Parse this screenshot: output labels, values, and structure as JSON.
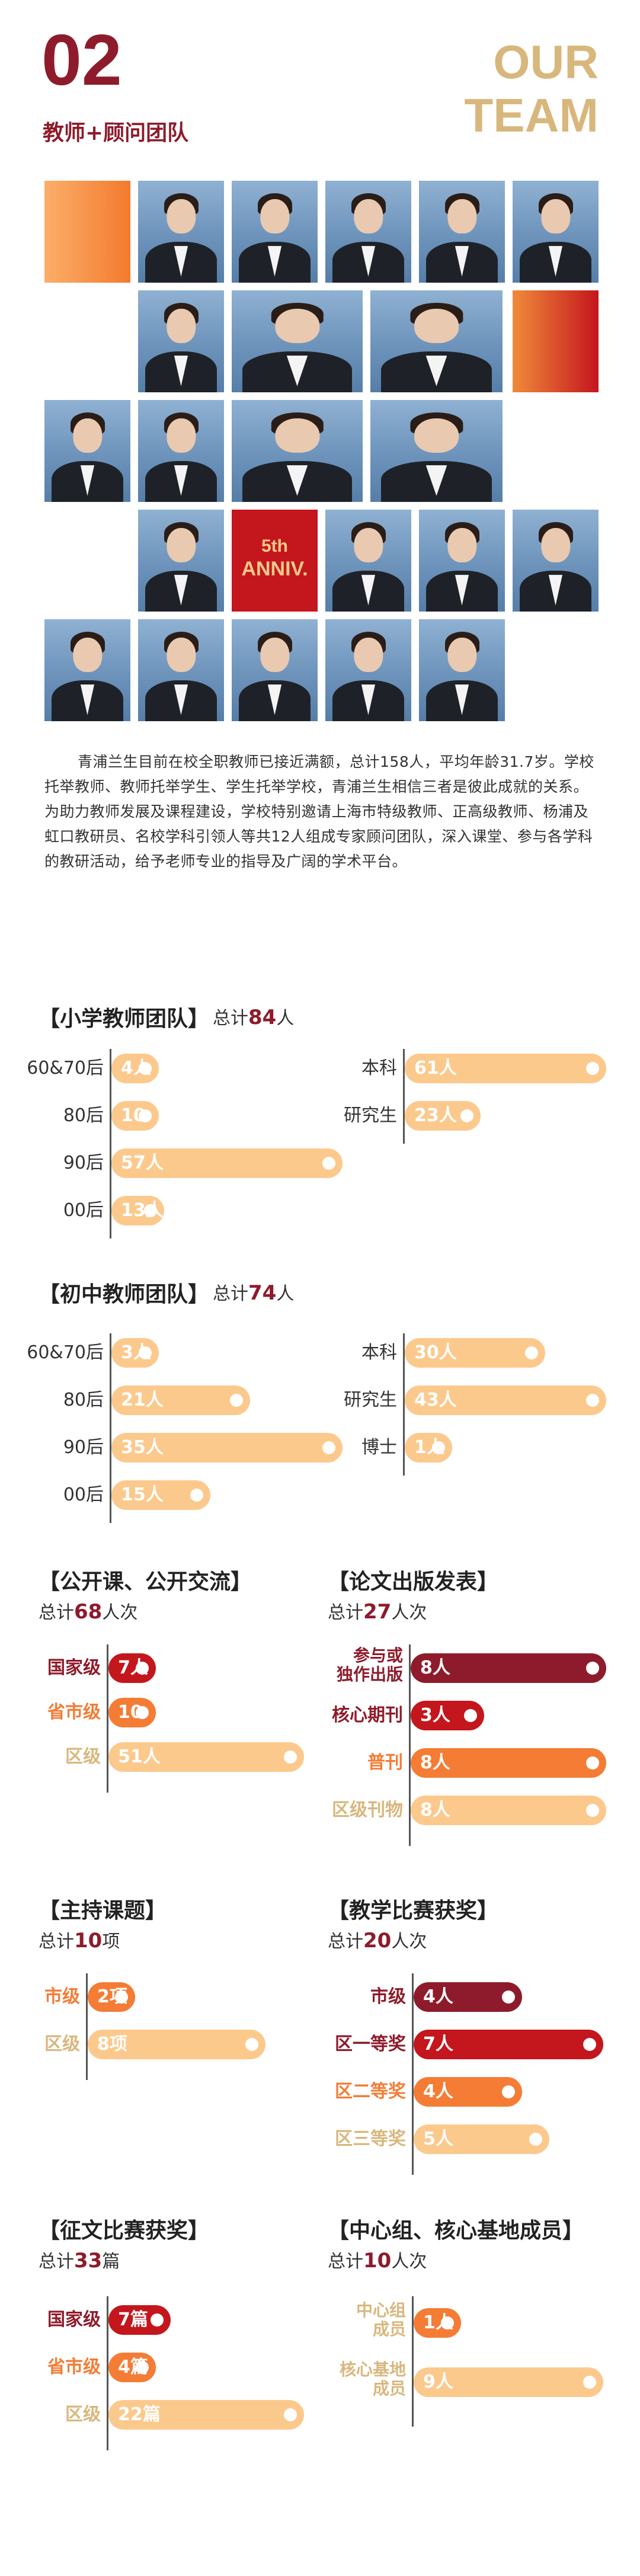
{
  "header": {
    "number": "02",
    "subtitle": "教师+顾问团队",
    "title_line1": "OUR",
    "title_line2": "TEAM"
  },
  "anniv": {
    "line1": "5th",
    "line2": "ANNIV."
  },
  "intro": "青浦兰生目前在校全职教师已接近满额，总计158人，平均年龄31.7岁。学校托举教师、教师托举学生、学生托举学校，青浦兰生相信三者是彼此成就的关系。为助力教师发展及课程建设，学校特别邀请上海市特级教师、正高级教师、杨浦及虹口教研员、名校学科引领人等共12人组成专家顾问团队，深入课堂、参与各学科的教研活动，给予老师专业的指导及广阔的学术平台。",
  "colors": {
    "dark": "#8e1b2b",
    "red": "#c4161d",
    "orange": "#f47c35",
    "light": "#fcc98d",
    "gold": "#d8b77d"
  },
  "primary": {
    "title": "【小学教师团队】",
    "total_prefix": "总计",
    "total_num": "84",
    "total_unit": "人",
    "left": [
      {
        "label": "60&70后",
        "text": "4人",
        "value": 4
      },
      {
        "label": "80后",
        "text": "10人",
        "value": 10
      },
      {
        "label": "90后",
        "text": "57人",
        "value": 57
      },
      {
        "label": "00后",
        "text": "13人",
        "value": 13
      }
    ],
    "right": [
      {
        "label": "本科",
        "text": "61人",
        "value": 61
      },
      {
        "label": "研究生",
        "text": "23人",
        "value": 23
      }
    ]
  },
  "middle": {
    "title": "【初中教师团队】",
    "total_prefix": "总计",
    "total_num": "74",
    "total_unit": "人",
    "left": [
      {
        "label": "60&70后",
        "text": "3人",
        "value": 3
      },
      {
        "label": "80后",
        "text": "21人",
        "value": 21
      },
      {
        "label": "90后",
        "text": "35人",
        "value": 35
      },
      {
        "label": "00后",
        "text": "15人",
        "value": 15
      }
    ],
    "right": [
      {
        "label": "本科",
        "text": "30人",
        "value": 30
      },
      {
        "label": "研究生",
        "text": "43人",
        "value": 43
      },
      {
        "label": "博士",
        "text": "1人",
        "value": 1
      }
    ]
  },
  "open_class": {
    "title": "【公开课、公开交流】",
    "total_prefix": "总计",
    "total_num": "68",
    "total_unit": "人次",
    "items": [
      {
        "label": "国家级",
        "text": "7人",
        "value": 7
      },
      {
        "label": "省市级",
        "text": "10人",
        "value": 10
      },
      {
        "label": "区级",
        "text": "51人",
        "value": 51
      }
    ]
  },
  "papers": {
    "title": "【论文出版发表】",
    "total_prefix": "总计",
    "total_num": "27",
    "total_unit": "人次",
    "items": [
      {
        "label": "参与或\n独作出版",
        "text": "8人",
        "value": 8
      },
      {
        "label": "核心期刊",
        "text": "3人",
        "value": 3
      },
      {
        "label": "普刊",
        "text": "8人",
        "value": 8
      },
      {
        "label": "区级刊物",
        "text": "8人",
        "value": 8
      }
    ]
  },
  "projects": {
    "title": "【主持课题】",
    "total_prefix": "总计",
    "total_num": "10",
    "total_unit": "项",
    "items": [
      {
        "label": "市级",
        "text": "2项",
        "value": 2
      },
      {
        "label": "区级",
        "text": "8项",
        "value": 8
      }
    ]
  },
  "competition": {
    "title": "【教学比赛获奖】",
    "total_prefix": "总计",
    "total_num": "20",
    "total_unit": "人次",
    "items": [
      {
        "label": "市级",
        "text": "4人",
        "value": 4
      },
      {
        "label": "区一等奖",
        "text": "7人",
        "value": 7
      },
      {
        "label": "区二等奖",
        "text": "4人",
        "value": 4
      },
      {
        "label": "区三等奖",
        "text": "5人",
        "value": 5
      }
    ]
  },
  "essay": {
    "title": "【征文比赛获奖】",
    "total_prefix": "总计",
    "total_num": "33",
    "total_unit": "篇",
    "items": [
      {
        "label": "国家级",
        "text": "7篇",
        "value": 7
      },
      {
        "label": "省市级",
        "text": "4篇",
        "value": 4
      },
      {
        "label": "区级",
        "text": "22篇",
        "value": 22
      }
    ]
  },
  "center": {
    "title": "【中心组、核心基地成员】",
    "total_prefix": "总计",
    "total_num": "10",
    "total_unit": "人次",
    "items": [
      {
        "label": "中心组\n成员",
        "text": "1人",
        "value": 1
      },
      {
        "label": "核心基地\n成员",
        "text": "9人",
        "value": 9
      }
    ]
  }
}
